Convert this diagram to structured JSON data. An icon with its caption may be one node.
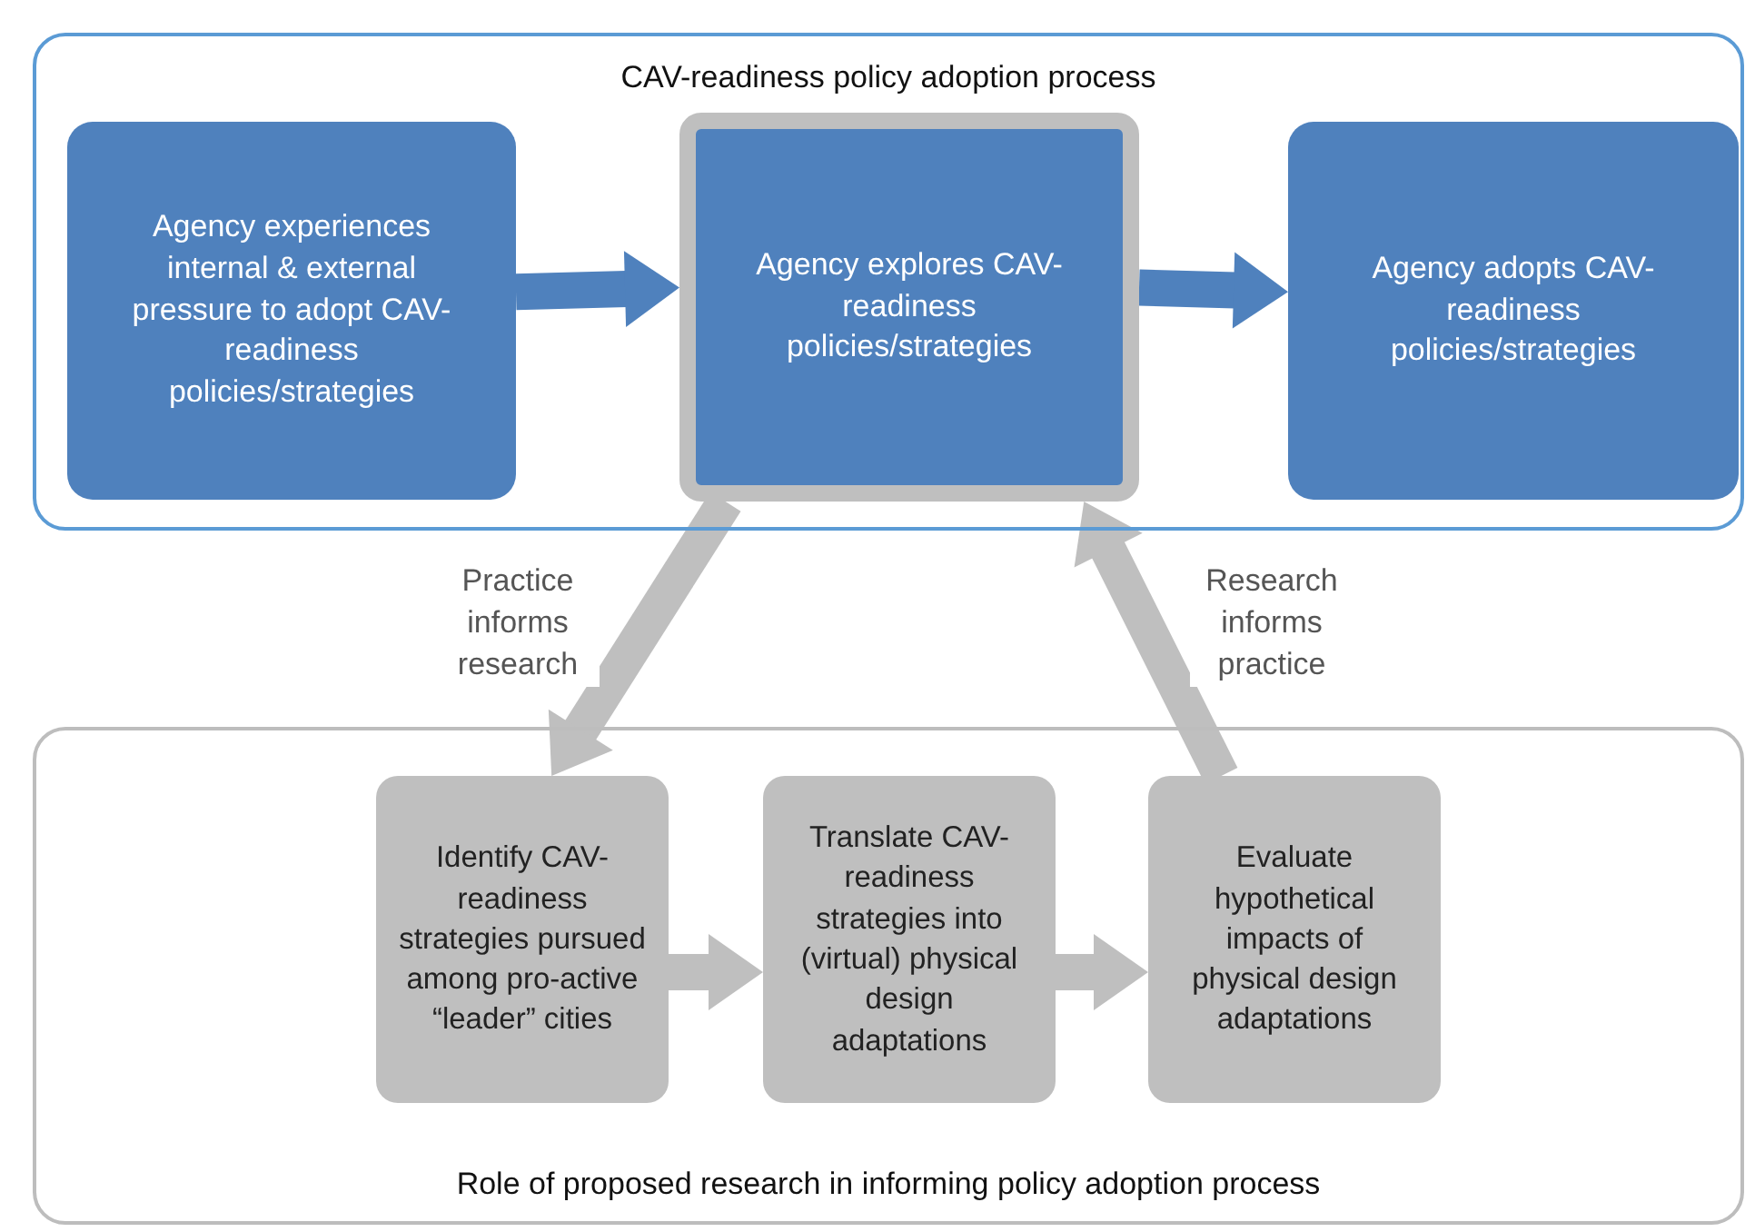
{
  "diagram": {
    "nodes": [
      {
        "text": [
          "CAV-readiness policy adoption process"
        ]
      },
      {
        "text": [
          "Agency experiences internal & external pressure to adopt CAV-readiness policies/strategies"
        ],
        "in": 0
      },
      {
        "text": [
          "Agency explores CAV-readiness policies/strategies"
        ],
        "in": 0
      },
      {
        "text": [
          "Agency adopts CAV-readiness policies/strategies"
        ],
        "in": 0
      },
      {
        "text": [
          "Role of proposed research in informing policy adoption process"
        ]
      },
      {
        "text": [
          "Identify CAV-readiness strategies pursued among pro-active “leader” cities"
        ],
        "in": 4
      },
      {
        "text": [
          "Translate CAV-readiness strategies into (virtual) physical design adaptations"
        ],
        "in": 4
      },
      {
        "text": [
          "Evaluate hypothetical impacts of physical design adaptations"
        ],
        "in": 4
      }
    ],
    "edges": [
      {
        "from": 1,
        "to": 2,
        "arrow": "to",
        "color": "#4f81bd"
      },
      {
        "from": 2,
        "to": 3,
        "arrow": "to",
        "color": "#4f81bd"
      },
      {
        "from": 2,
        "to": 5,
        "arrow": "to",
        "label": "Practice informs research"
      },
      {
        "from": 7,
        "to": 2,
        "arrow": "to",
        "label": "Research informs practice"
      },
      {
        "from": 5,
        "to": 6,
        "arrow": "to"
      },
      {
        "from": 6,
        "to": 7,
        "arrow": "to"
      }
    ]
  }
}
